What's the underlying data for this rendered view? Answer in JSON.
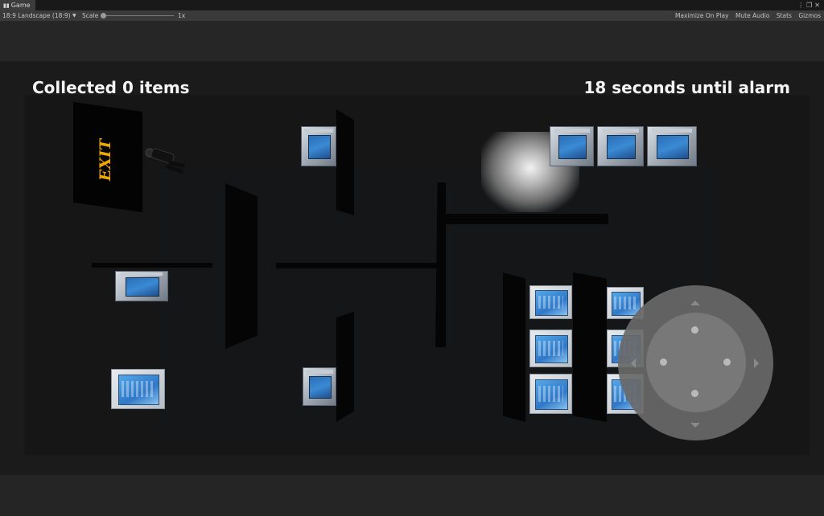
{
  "window": {
    "tab_label": "Game",
    "tab_icon": "gamepad-icon",
    "window_icons": [
      "kebab-menu-icon",
      "maximize-icon",
      "close-icon"
    ]
  },
  "toolbar": {
    "resolution": "18:9 Landscape (18:9)",
    "scale_label": "Scale",
    "scale_value": "1x",
    "maximize_on_play": "Maximize On Play",
    "mute_audio": "Mute Audio",
    "stats": "Stats",
    "gizmos": "Gizmos"
  },
  "hud": {
    "collected": "Collected 0 items",
    "timer": "18 seconds until alarm"
  },
  "scene": {
    "exit_sign": "EXIT",
    "exit_color": "#f0a800",
    "collectibles": [
      "computer-monitor-icon",
      "tablet-box-icon"
    ]
  },
  "joystick": {
    "directions": [
      "up",
      "down",
      "left",
      "right"
    ]
  }
}
